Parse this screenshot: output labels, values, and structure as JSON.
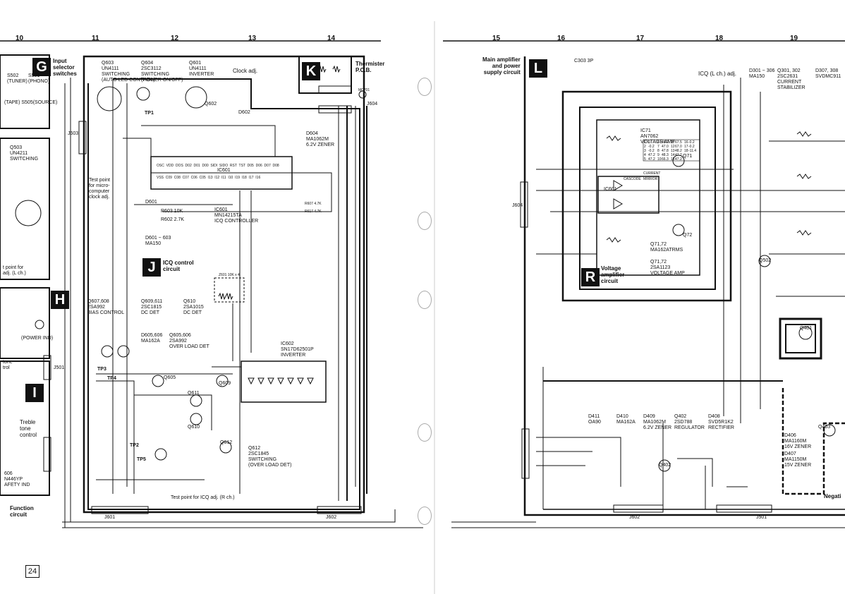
{
  "page_number": "24",
  "grid_columns": [
    "10",
    "11",
    "12",
    "13",
    "14",
    "15",
    "16",
    "17",
    "18",
    "19"
  ],
  "sections": {
    "G": {
      "letter": "G",
      "title": "Input\nselector\nswitches"
    },
    "H": {
      "letter": "H"
    },
    "I": {
      "letter": "I",
      "title": "Treble\ntone\ncontrol"
    },
    "J": {
      "letter": "J",
      "title": "ICQ control\ncircuit"
    },
    "K": {
      "letter": "K",
      "title": "Thermister\nP.C.B."
    },
    "L": {
      "letter": "L",
      "title": "Main amplifier\nand power\nsupply circuit"
    },
    "R": {
      "letter": "R",
      "title": "Voltage\namplifier\ncircuit"
    }
  },
  "labels": {
    "function_circuit": "Function\ncircuit",
    "tone_ctrl": "tone\ntrol",
    "test_point_cut": "t point for\nadj. (L ch.)",
    "q503": "Q503\nUN4211\nSWITCHING",
    "s502": "S502\n(TUNER)",
    "s501": "S501\n(PHONO)",
    "s505": "(TAPE) S505(SOURCE)",
    "power_ind": "(POWER IND)",
    "q606_safety": "606\nN446YP\nAFETY IND",
    "q603": "Q603\nUN4111\nSWITCHING\n(AUTO LED CONTROL)",
    "q604": "Q604\n2SC3112\nSWITCHING\n(POWER ON/OFF)",
    "q601": "Q601\nUN4111\nINVERTER",
    "clock_adj": "Clock adj.",
    "d602": "D602",
    "d604": "D604\nMA1062M\n6.2V ZENER",
    "ic601_pins_top": "OSC  VDD  DOS  D02  D01  D00  SIDI  SIDO  RST  TST  D05  D06  D07  D08",
    "ic601": "IC601",
    "ic601_pins_bot": "VSS  C09  C08  C07  C06  C05  I13  I12  I11  I10  I19  I18  I17  I16",
    "tp_clock": "Test point\nfor micro-\ncomputer\nclock adj.",
    "d601": "D601",
    "ic601_desc": "IC601\nMN14215TA\nICQ CONTROLLER",
    "d601_603": "D601 ~ 603\nMA150",
    "q607_608": "Q607,608\n2SA992\nBIAS CONTROL",
    "q609_611": "Q609,611\n2SC1815\nDC DET",
    "q610": "Q610\n2SA1015\nDC DET",
    "d605_606": "D605,606\nMA162A",
    "q605_606": "Q605,606\n2SA992\nOVER LOAD DET",
    "ic602": "IC602\nSN17D62501P\nINVERTER",
    "z601": "Z601 10K x 4",
    "q612": "Q612\n2SC1845\nSWITCHING\n(OVER LOAD DET)",
    "tp_icq_r": "Test point for ICQ adj. (R ch.)",
    "j601": "J601",
    "j602": "J602",
    "j603": "J603",
    "j604": "J604",
    "j501": "J501",
    "mc701": "MC701",
    "ic7": "IC71\nAN7062\nVOLTAGE AMP",
    "q71_72_top": "Q71,72\nMA162ATRMS",
    "q71_72": "Q71,72\n2SA1123\nVOLTAGE AMP",
    "current_mirror": "CURRENT\nMIRROR",
    "cascode": "CASCODE",
    "icq_adj_l": "ICQ (L ch.) adj.",
    "d301_306": "D301 ~ 306\nMA150",
    "q301_302": "Q301, 302\n2SC2631\nCURRENT\nSTABILIZER",
    "d307_308": "D307, 308\nSVDMC911",
    "d411": "D411\nOA90",
    "d410": "D410\nMA162A",
    "d409": "D409\nMA1062M\n6.2V ZENER",
    "q402": "Q402\n2SD788\nREGULATOR",
    "d408": "D408\nSVD5R1K2\nRECTIFIER",
    "d406": "D406\nMA1160M\n16V ZENER",
    "d407": "D407\nMA1150M\n15V ZENER",
    "negative": "Negati",
    "c303": "C303 3P",
    "tp1": "TP1",
    "tp2": "TP2",
    "tp3": "TP3",
    "tp4": "TP4",
    "tp5": "TP5",
    "r603": "R603 10K",
    "r602": "R602 2.7K",
    "r607": "R607 4.7K",
    "r617": "R617 4.7K",
    "q602_b": "Q602",
    "q605_b": "Q605",
    "q611_b": "Q611",
    "q610_b": "Q610",
    "q612_b": "Q612",
    "q609_b": "Q609",
    "q401": "Q401",
    "q403": "Q403",
    "q402_b": "Q402",
    "q72_b": "Q72",
    "q71_b": "Q71",
    "q502_b": "Q502",
    "q503_b": "Q503"
  },
  "ic7_table": [
    [
      "1",
      "0",
      "6",
      "48.2",
      "11",
      "67.5",
      "16",
      "-0.2"
    ],
    [
      "2",
      "-0.2",
      "7",
      "47.0",
      "12",
      "67.0",
      "17",
      "-0.2"
    ],
    [
      "3",
      "-0.2",
      "8",
      "47.8",
      "13",
      "48.2",
      "18",
      "-11.4"
    ],
    [
      "4",
      "47.2",
      "9",
      "48.3",
      "14",
      "47.2",
      "",
      ""
    ],
    [
      "5",
      "47.2",
      "10",
      "66.3",
      "15",
      "47.2",
      "",
      ""
    ]
  ]
}
